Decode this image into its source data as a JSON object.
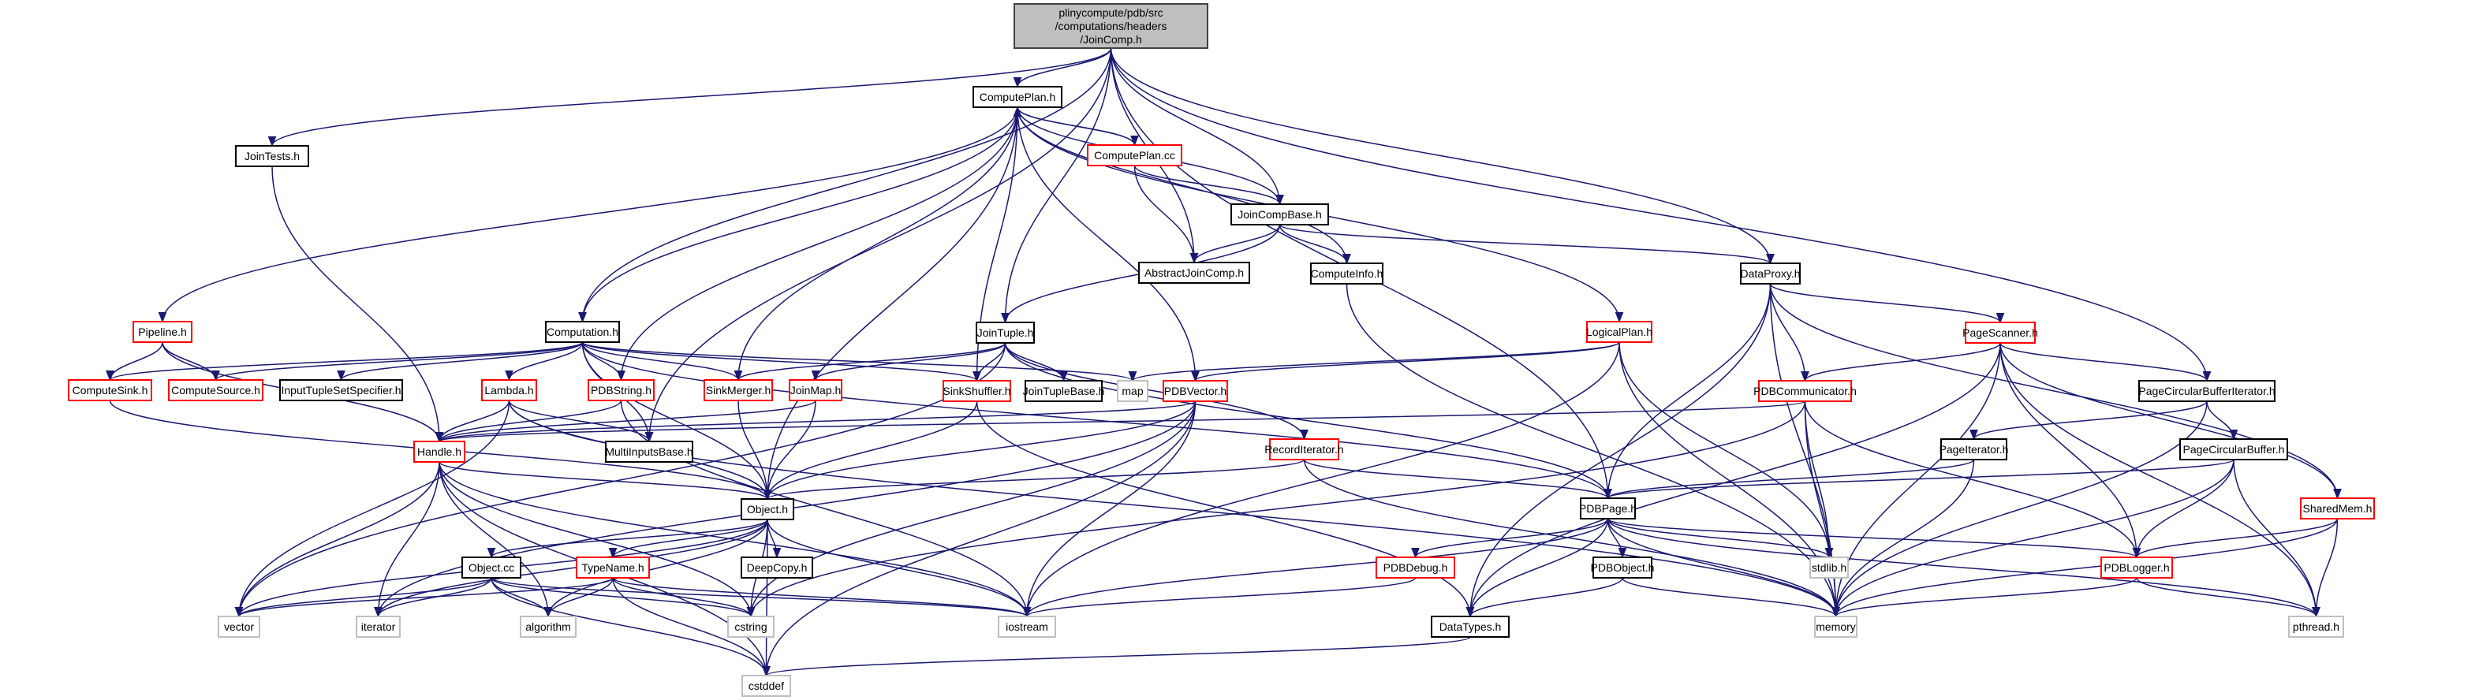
{
  "diagram": {
    "title": "Include dependency graph",
    "colors": {
      "edge": "#191970",
      "root_fill": "#bfbfbf",
      "root_border": "#404040",
      "documented_border": "#000000",
      "truncated_border": "#ff0000",
      "external_border": "#bfbfbf",
      "node_fill": "#ffffff"
    },
    "nodes": [
      {
        "id": "JoinComp",
        "label": [
          "plinycompute/pdb/src",
          "/computations/headers",
          "/JoinComp.h"
        ],
        "kind": "root"
      },
      {
        "id": "ComputePlanH",
        "label": [
          "ComputePlan.h"
        ],
        "kind": "documented"
      },
      {
        "id": "JoinTests",
        "label": [
          "JoinTests.h"
        ],
        "kind": "documented"
      },
      {
        "id": "ComputePlanCC",
        "label": [
          "ComputePlan.cc"
        ],
        "kind": "truncated"
      },
      {
        "id": "JoinCompBase",
        "label": [
          "JoinCompBase.h"
        ],
        "kind": "documented"
      },
      {
        "id": "AbstractJoinComp",
        "label": [
          "AbstractJoinComp.h"
        ],
        "kind": "documented"
      },
      {
        "id": "ComputeInfo",
        "label": [
          "ComputeInfo.h"
        ],
        "kind": "documented"
      },
      {
        "id": "DataProxy",
        "label": [
          "DataProxy.h"
        ],
        "kind": "documented"
      },
      {
        "id": "Pipeline",
        "label": [
          "Pipeline.h"
        ],
        "kind": "truncated"
      },
      {
        "id": "Computation",
        "label": [
          "Computation.h"
        ],
        "kind": "documented"
      },
      {
        "id": "JoinTuple",
        "label": [
          "JoinTuple.h"
        ],
        "kind": "documented"
      },
      {
        "id": "LogicalPlan",
        "label": [
          "LogicalPlan.h"
        ],
        "kind": "truncated"
      },
      {
        "id": "PageScanner",
        "label": [
          "PageScanner.h"
        ],
        "kind": "truncated"
      },
      {
        "id": "ComputeSink",
        "label": [
          "ComputeSink.h"
        ],
        "kind": "truncated"
      },
      {
        "id": "ComputeSource",
        "label": [
          "ComputeSource.h"
        ],
        "kind": "truncated"
      },
      {
        "id": "InputTupleSetSpecifier",
        "label": [
          "InputTupleSetSpecifier.h"
        ],
        "kind": "documented"
      },
      {
        "id": "Lambda",
        "label": [
          "Lambda.h"
        ],
        "kind": "truncated"
      },
      {
        "id": "PDBString",
        "label": [
          "PDBString.h"
        ],
        "kind": "truncated"
      },
      {
        "id": "SinkMerger",
        "label": [
          "SinkMerger.h"
        ],
        "kind": "truncated"
      },
      {
        "id": "JoinMap",
        "label": [
          "JoinMap.h"
        ],
        "kind": "truncated"
      },
      {
        "id": "SinkShuffler",
        "label": [
          "SinkShuffler.h"
        ],
        "kind": "truncated"
      },
      {
        "id": "JoinTupleBase",
        "label": [
          "JoinTupleBase.h"
        ],
        "kind": "documented"
      },
      {
        "id": "map",
        "label": [
          "map"
        ],
        "kind": "external"
      },
      {
        "id": "PDBVector",
        "label": [
          "PDBVector.h"
        ],
        "kind": "truncated"
      },
      {
        "id": "PDBCommunicator",
        "label": [
          "PDBCommunicator.h"
        ],
        "kind": "truncated"
      },
      {
        "id": "PageCircularBufferIterator",
        "label": [
          "PageCircularBufferIterator.h"
        ],
        "kind": "documented"
      },
      {
        "id": "Handle",
        "label": [
          "Handle.h"
        ],
        "kind": "truncated"
      },
      {
        "id": "MultiInputsBase",
        "label": [
          "MultiInputsBase.h"
        ],
        "kind": "documented"
      },
      {
        "id": "RecordIterator",
        "label": [
          "RecordIterator.h"
        ],
        "kind": "truncated"
      },
      {
        "id": "PageIterator",
        "label": [
          "PageIterator.h"
        ],
        "kind": "documented"
      },
      {
        "id": "PageCircularBuffer",
        "label": [
          "PageCircularBuffer.h"
        ],
        "kind": "documented"
      },
      {
        "id": "ObjectH",
        "label": [
          "Object.h"
        ],
        "kind": "documented"
      },
      {
        "id": "PDBPage",
        "label": [
          "PDBPage.h"
        ],
        "kind": "documented"
      },
      {
        "id": "SharedMem",
        "label": [
          "SharedMem.h"
        ],
        "kind": "truncated"
      },
      {
        "id": "ObjectCC",
        "label": [
          "Object.cc"
        ],
        "kind": "documented"
      },
      {
        "id": "TypeName",
        "label": [
          "TypeName.h"
        ],
        "kind": "truncated"
      },
      {
        "id": "DeepCopy",
        "label": [
          "DeepCopy.h"
        ],
        "kind": "documented"
      },
      {
        "id": "PDBDebug",
        "label": [
          "PDBDebug.h"
        ],
        "kind": "truncated"
      },
      {
        "id": "PDBObject",
        "label": [
          "PDBObject.h"
        ],
        "kind": "documented"
      },
      {
        "id": "stdlib",
        "label": [
          "stdlib.h"
        ],
        "kind": "external"
      },
      {
        "id": "PDBLogger",
        "label": [
          "PDBLogger.h"
        ],
        "kind": "truncated"
      },
      {
        "id": "vector",
        "label": [
          "vector"
        ],
        "kind": "external"
      },
      {
        "id": "iterator",
        "label": [
          "iterator"
        ],
        "kind": "external"
      },
      {
        "id": "algorithm",
        "label": [
          "algorithm"
        ],
        "kind": "external"
      },
      {
        "id": "cstring",
        "label": [
          "cstring"
        ],
        "kind": "external"
      },
      {
        "id": "iostream",
        "label": [
          "iostream"
        ],
        "kind": "external"
      },
      {
        "id": "DataTypes",
        "label": [
          "DataTypes.h"
        ],
        "kind": "documented"
      },
      {
        "id": "memory",
        "label": [
          "memory"
        ],
        "kind": "external"
      },
      {
        "id": "pthread",
        "label": [
          "pthread.h"
        ],
        "kind": "external"
      },
      {
        "id": "cstddef",
        "label": [
          "cstddef"
        ],
        "kind": "external"
      }
    ],
    "edges": [
      [
        "JoinComp",
        "ComputePlanH"
      ],
      [
        "JoinComp",
        "JoinTests"
      ],
      [
        "JoinComp",
        "AbstractJoinComp"
      ],
      [
        "JoinComp",
        "JoinCompBase"
      ],
      [
        "JoinComp",
        "DataProxy"
      ],
      [
        "JoinComp",
        "Computation"
      ],
      [
        "JoinComp",
        "JoinTuple"
      ],
      [
        "JoinComp",
        "MultiInputsBase"
      ],
      [
        "JoinComp",
        "PDBPage"
      ],
      [
        "JoinComp",
        "PageCircularBufferIterator"
      ],
      [
        "ComputePlanH",
        "ComputePlanCC"
      ],
      [
        "ComputePlanCC",
        "ComputePlanH"
      ],
      [
        "ComputePlanCC",
        "JoinCompBase"
      ],
      [
        "ComputePlanCC",
        "AbstractJoinComp"
      ],
      [
        "JoinCompBase",
        "ComputePlanH"
      ],
      [
        "JoinCompBase",
        "AbstractJoinComp"
      ],
      [
        "JoinCompBase",
        "ComputeInfo"
      ],
      [
        "JoinCompBase",
        "JoinTuple"
      ],
      [
        "JoinCompBase",
        "DataProxy"
      ],
      [
        "ComputePlanH",
        "ComputeInfo"
      ],
      [
        "ComputePlanH",
        "Pipeline"
      ],
      [
        "ComputePlanH",
        "Computation"
      ],
      [
        "ComputePlanH",
        "LogicalPlan"
      ],
      [
        "ComputePlanH",
        "PDBString"
      ],
      [
        "ComputePlanH",
        "SinkMerger"
      ],
      [
        "ComputePlanH",
        "SinkShuffler"
      ],
      [
        "ComputePlanH",
        "PDBVector"
      ],
      [
        "ComputePlanH",
        "ObjectH"
      ],
      [
        "JoinTests",
        "Handle"
      ],
      [
        "Pipeline",
        "ComputeSink"
      ],
      [
        "Pipeline",
        "ComputeSource"
      ],
      [
        "Pipeline",
        "Handle"
      ],
      [
        "Computation",
        "ComputeSink"
      ],
      [
        "Computation",
        "ComputeSource"
      ],
      [
        "Computation",
        "InputTupleSetSpecifier"
      ],
      [
        "Computation",
        "Lambda"
      ],
      [
        "Computation",
        "PDBString"
      ],
      [
        "Computation",
        "SinkMerger"
      ],
      [
        "Computation",
        "SinkShuffler"
      ],
      [
        "Computation",
        "map"
      ],
      [
        "Computation",
        "ObjectH"
      ],
      [
        "Computation",
        "PDBPage"
      ],
      [
        "Computation",
        "MultiInputsBase"
      ],
      [
        "JoinTuple",
        "JoinMap"
      ],
      [
        "JoinTuple",
        "SinkShuffler"
      ],
      [
        "JoinTuple",
        "JoinTupleBase"
      ],
      [
        "JoinTuple",
        "SinkMerger"
      ],
      [
        "JoinTuple",
        "PDBPage"
      ],
      [
        "JoinTuple",
        "vector"
      ],
      [
        "JoinTuple",
        "RecordIterator"
      ],
      [
        "LogicalPlan",
        "map"
      ],
      [
        "LogicalPlan",
        "PDBVector"
      ],
      [
        "LogicalPlan",
        "iostream"
      ],
      [
        "LogicalPlan",
        "stdlib"
      ],
      [
        "LogicalPlan",
        "memory"
      ],
      [
        "DataProxy",
        "PageScanner"
      ],
      [
        "DataProxy",
        "PDBCommunicator"
      ],
      [
        "DataProxy",
        "PDBPage"
      ],
      [
        "DataProxy",
        "DataTypes"
      ],
      [
        "DataProxy",
        "memory"
      ],
      [
        "DataProxy",
        "SharedMem"
      ],
      [
        "PageScanner",
        "PDBCommunicator"
      ],
      [
        "PageScanner",
        "PageCircularBufferIterator"
      ],
      [
        "PageScanner",
        "PDBLogger"
      ],
      [
        "PageScanner",
        "SharedMem"
      ],
      [
        "PageScanner",
        "DataTypes"
      ],
      [
        "PageScanner",
        "memory"
      ],
      [
        "PageScanner",
        "pthread"
      ],
      [
        "PDBCommunicator",
        "Handle"
      ],
      [
        "PDBCommunicator",
        "PDBLogger"
      ],
      [
        "PDBCommunicator",
        "memory"
      ],
      [
        "PDBCommunicator",
        "stdlib"
      ],
      [
        "PDBCommunicator",
        "cstring"
      ],
      [
        "PageCircularBufferIterator",
        "PageIterator"
      ],
      [
        "PageCircularBufferIterator",
        "PageCircularBuffer"
      ],
      [
        "PageCircularBufferIterator",
        "memory"
      ],
      [
        "PageIterator",
        "PDBPage"
      ],
      [
        "PageIterator",
        "memory"
      ],
      [
        "PageCircularBuffer",
        "PDBPage"
      ],
      [
        "PageCircularBuffer",
        "PDBLogger"
      ],
      [
        "PageCircularBuffer",
        "memory"
      ],
      [
        "PageCircularBuffer",
        "pthread"
      ],
      [
        "ComputeSink",
        "ObjectH"
      ],
      [
        "Lambda",
        "Handle"
      ],
      [
        "Lambda",
        "ObjectH"
      ],
      [
        "Lambda",
        "MultiInputsBase"
      ],
      [
        "Lambda",
        "vector"
      ],
      [
        "Lambda",
        "memory"
      ],
      [
        "PDBString",
        "Handle"
      ],
      [
        "PDBString",
        "iostream"
      ],
      [
        "SinkMerger",
        "ObjectH"
      ],
      [
        "JoinMap",
        "ObjectH"
      ],
      [
        "JoinMap",
        "Handle"
      ],
      [
        "SinkShuffler",
        "ObjectH"
      ],
      [
        "SinkShuffler",
        "DataTypes"
      ],
      [
        "PDBVector",
        "Handle"
      ],
      [
        "PDBVector",
        "ObjectH"
      ],
      [
        "PDBVector",
        "cstring"
      ],
      [
        "PDBVector",
        "iostream"
      ],
      [
        "PDBVector",
        "cstddef"
      ],
      [
        "PDBVector",
        "iterator"
      ],
      [
        "RecordIterator",
        "ObjectH"
      ],
      [
        "RecordIterator",
        "PDBPage"
      ],
      [
        "RecordIterator",
        "memory"
      ],
      [
        "Handle",
        "ObjectH"
      ],
      [
        "Handle",
        "vector"
      ],
      [
        "Handle",
        "iterator"
      ],
      [
        "Handle",
        "algorithm"
      ],
      [
        "Handle",
        "cstring"
      ],
      [
        "Handle",
        "iostream"
      ],
      [
        "Handle",
        "cstddef"
      ],
      [
        "ObjectH",
        "ObjectCC"
      ],
      [
        "ObjectH",
        "TypeName"
      ],
      [
        "ObjectH",
        "DeepCopy"
      ],
      [
        "ObjectH",
        "cstring"
      ],
      [
        "ObjectH",
        "iostream"
      ],
      [
        "ObjectH",
        "cstddef"
      ],
      [
        "ObjectH",
        "vector"
      ],
      [
        "ObjectH",
        "algorithm"
      ],
      [
        "ObjectH",
        "iterator"
      ],
      [
        "ObjectCC",
        "vector"
      ],
      [
        "ObjectCC",
        "iterator"
      ],
      [
        "ObjectCC",
        "algorithm"
      ],
      [
        "ObjectCC",
        "cstring"
      ],
      [
        "ObjectCC",
        "iostream"
      ],
      [
        "ObjectCC",
        "cstddef"
      ],
      [
        "TypeName",
        "vector"
      ],
      [
        "TypeName",
        "algorithm"
      ],
      [
        "TypeName",
        "cstring"
      ],
      [
        "TypeName",
        "iostream"
      ],
      [
        "TypeName",
        "cstddef"
      ],
      [
        "PDBPage",
        "PDBDebug"
      ],
      [
        "PDBPage",
        "PDBObject"
      ],
      [
        "PDBPage",
        "DataTypes"
      ],
      [
        "PDBPage",
        "stdlib"
      ],
      [
        "PDBPage",
        "memory"
      ],
      [
        "PDBPage",
        "PDBLogger"
      ],
      [
        "PDBPage",
        "pthread"
      ],
      [
        "PDBPage",
        "iostream"
      ],
      [
        "PDBDebug",
        "iostream"
      ],
      [
        "PDBObject",
        "DataTypes"
      ],
      [
        "PDBObject",
        "memory"
      ],
      [
        "SharedMem",
        "PDBLogger"
      ],
      [
        "SharedMem",
        "pthread"
      ],
      [
        "SharedMem",
        "memory"
      ],
      [
        "PDBLogger",
        "memory"
      ],
      [
        "PDBLogger",
        "pthread"
      ],
      [
        "ComputeInfo",
        "memory"
      ],
      [
        "DataTypes",
        "cstddef"
      ]
    ]
  }
}
